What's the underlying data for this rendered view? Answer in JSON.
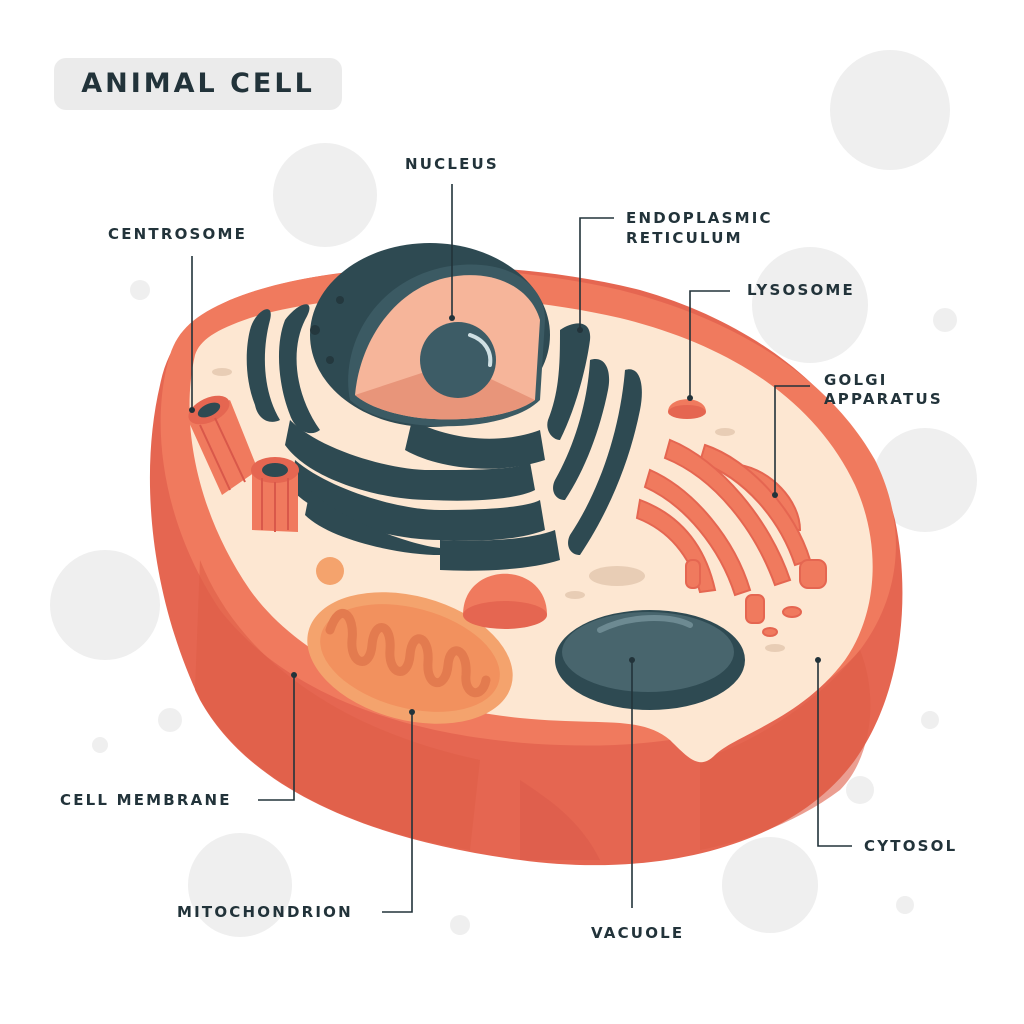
{
  "title": "ANIMAL CELL",
  "labels": {
    "nucleus": "NUCLEUS",
    "centrosome": "CENTROSOME",
    "er_line1": "ENDOPLASMIC",
    "er_line2": "RETICULUM",
    "lysosome": "LYSOSOME",
    "golgi_line1": "GOLGI",
    "golgi_line2": "APPARATUS",
    "cell_membrane": "CELL MEMBRANE",
    "mitochondrion": "MITOCHONDRION",
    "vacuole": "VACUOLE",
    "cytosol": "CYTOSOL"
  },
  "colors": {
    "membrane": "#f07a5e",
    "membrane_dark": "#e06550",
    "cytoplasm": "#fde7d2",
    "organelle_dark": "#2e4a52",
    "nucleus_inner": "#f6b59a",
    "text": "#22333a",
    "background_blob": "#eeeeee"
  }
}
